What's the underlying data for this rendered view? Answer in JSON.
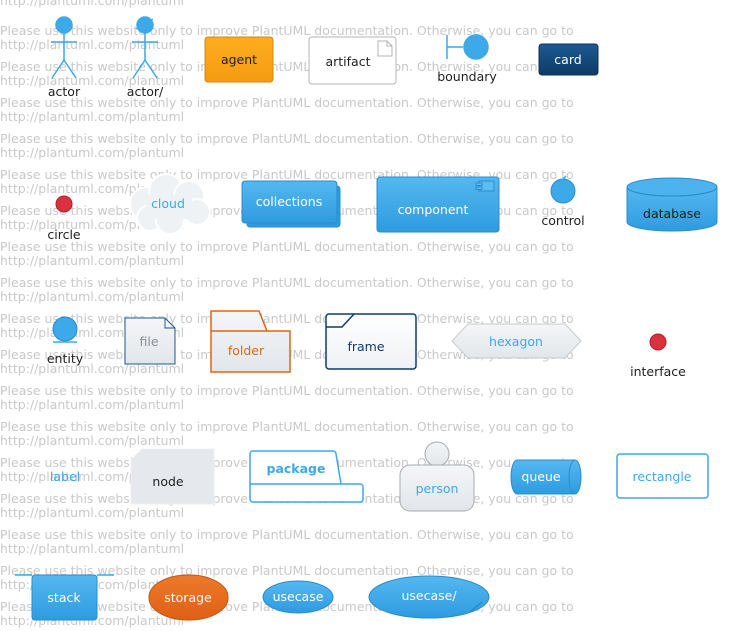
{
  "watermark": {
    "url_line": "http://plantuml.com/plantuml",
    "notice_line": "Please use this website only to improve PlantUML documentation. Otherwise, you can go to"
  },
  "colors": {
    "blue": "#3ca9e8",
    "blue_dark": "#1a5a93",
    "navy": "#0f3d6b",
    "orange_agent": "#f7a51c",
    "orange_folder": "#d96916",
    "orange_storage": "#e76b1f",
    "red": "#d9323d",
    "grey_fill": "#eceff2",
    "grey_stroke": "#a6acb3"
  },
  "elements": {
    "actor": "actor",
    "actor2": "actor/",
    "agent": "agent",
    "artifact": "artifact",
    "boundary": "boundary",
    "card": "card",
    "circle": "circle",
    "cloud": "cloud",
    "collections": "collections",
    "component": "component",
    "control": "control",
    "database": "database",
    "entity": "entity",
    "file": "file",
    "folder": "folder",
    "frame": "frame",
    "hexagon": "hexagon",
    "interface": "interface",
    "label": "label",
    "node": "node",
    "package": "package",
    "person": "person",
    "queue": "queue",
    "rectangle": "rectangle",
    "stack": "stack",
    "storage": "storage",
    "usecase": "usecase",
    "usecase2": "usecase/"
  }
}
